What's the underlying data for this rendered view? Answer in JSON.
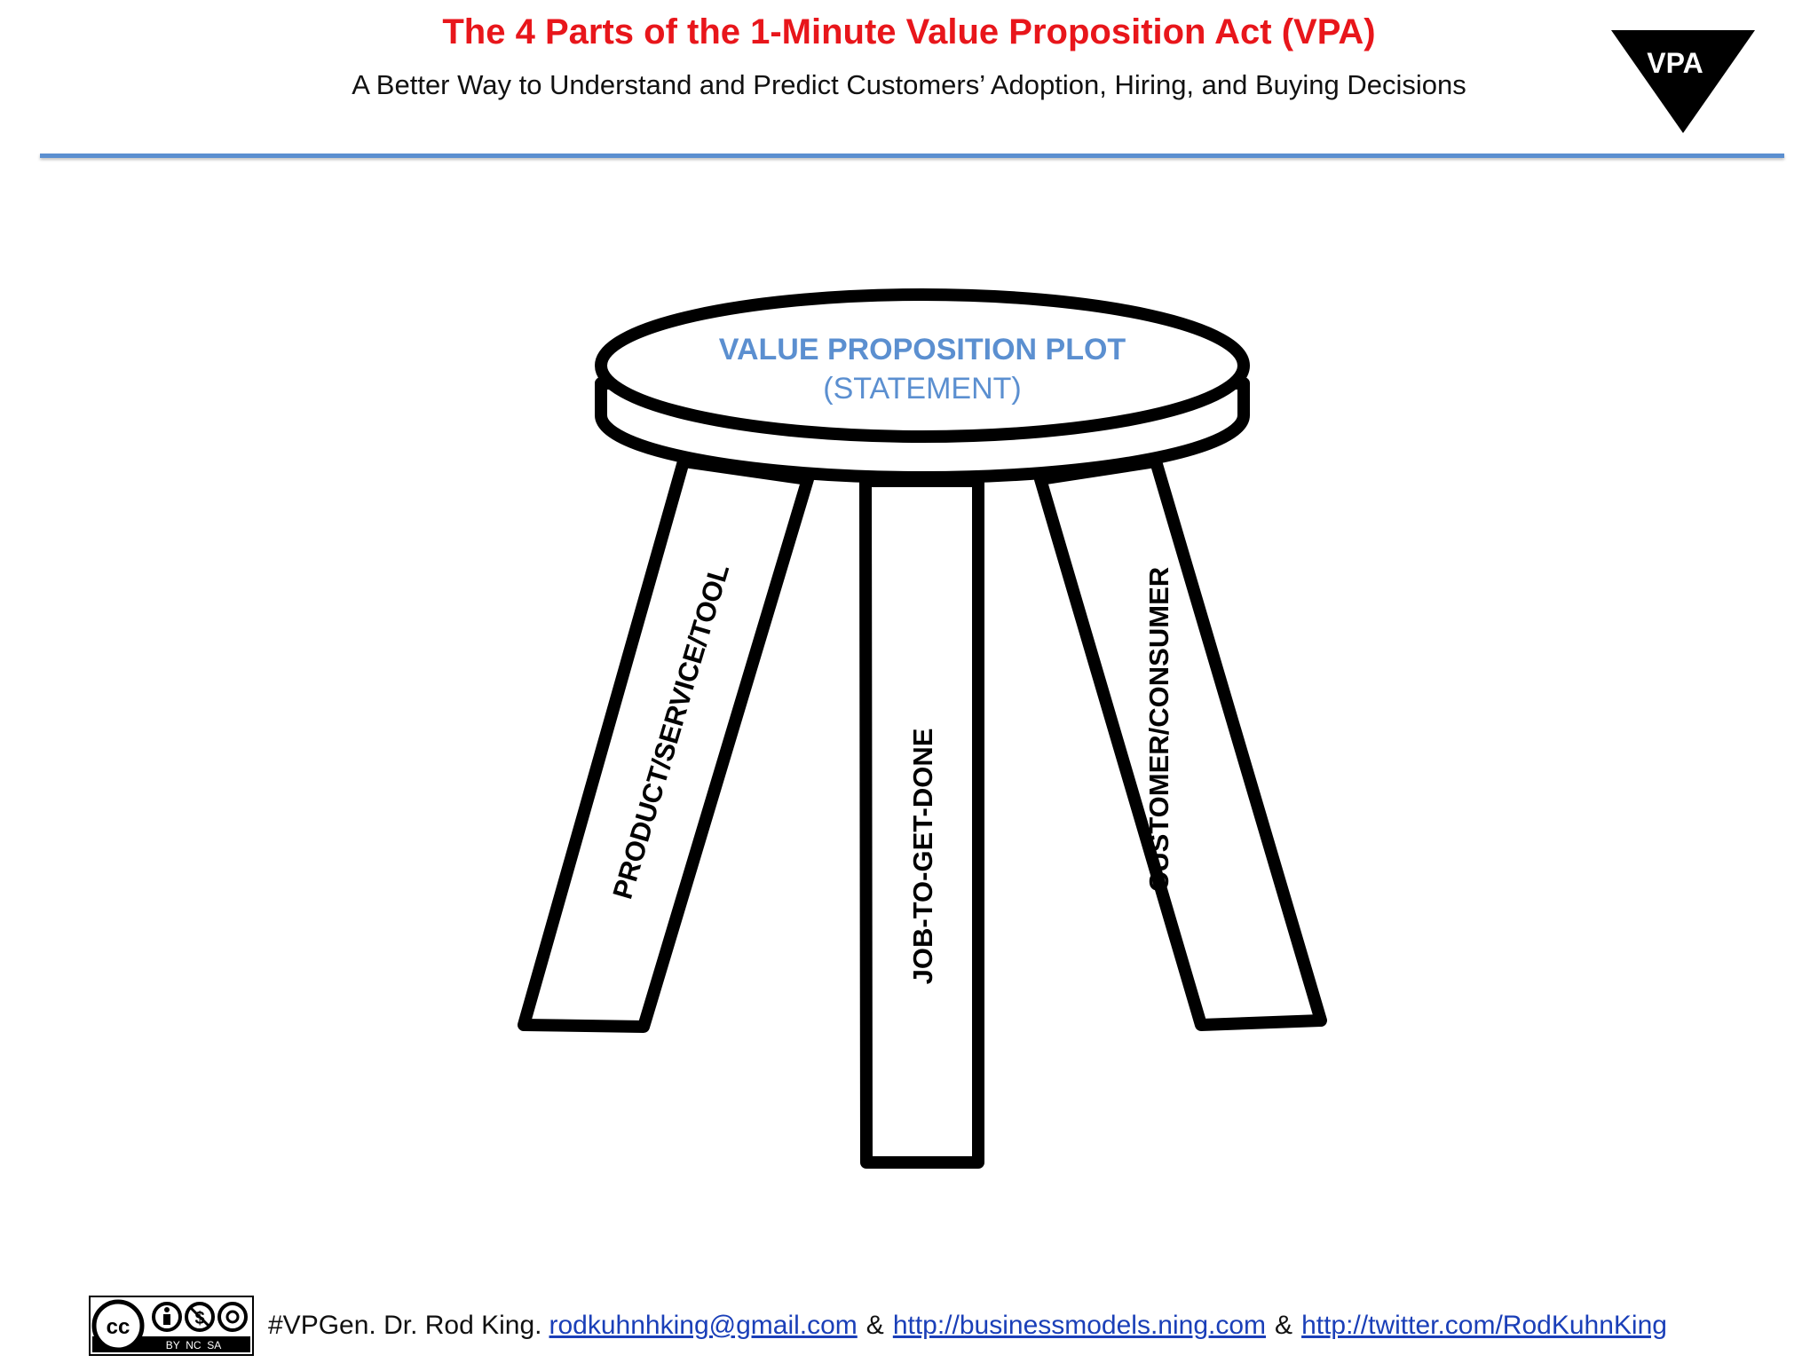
{
  "header": {
    "title": "The 4 Parts of the 1-Minute Value Proposition Act (VPA)",
    "subtitle": "A Better Way to Understand and Predict Customers’ Adoption, Hiring, and Buying Decisions",
    "badge_label": "VPA"
  },
  "stool": {
    "seat_title": "VALUE PROPOSITION PLOT",
    "seat_subtitle": "(STATEMENT)",
    "legs": [
      {
        "label": "PRODUCT/SERVICE/TOOL"
      },
      {
        "label": "JOB-TO-GET-DONE"
      },
      {
        "label": "CUSTOMER/CONSUMER"
      }
    ]
  },
  "footer": {
    "license_icon": "creative-commons-by-nc-sa",
    "license_text": "BY  NC  SA",
    "credit": "#VPGen. Dr. Rod King.",
    "email": "rodkuhnhking@gmail.com",
    "amp": "&",
    "link1": "http://businessmodels.ning.com",
    "link2": "http://twitter.com/RodKuhnKing"
  },
  "colors": {
    "title": "#e8161b",
    "seat_text": "#5b8fd0",
    "divider": "#5b8fd0",
    "link": "#1a3fb8"
  }
}
